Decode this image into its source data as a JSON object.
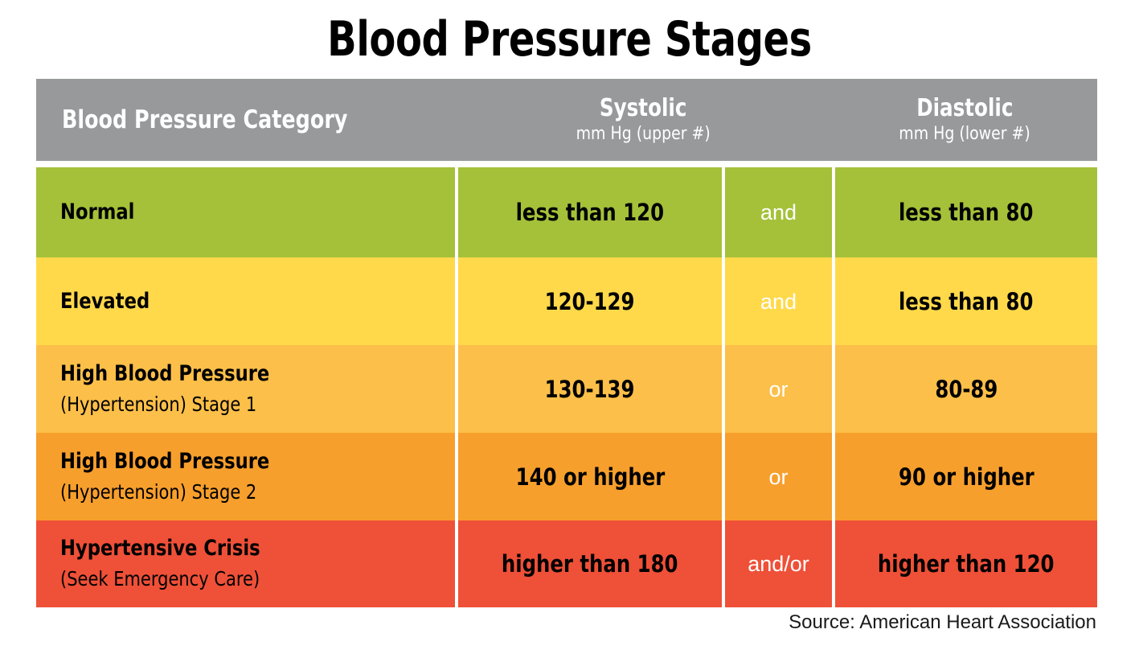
{
  "title": "Blood Pressure Stages",
  "colors": {
    "header_bg": "#97999b",
    "header_text": "#ffffff",
    "normal": "#a4c139",
    "elevated": "#ffd94a",
    "stage1": "#fcbf49",
    "stage2": "#f79f2c",
    "crisis": "#ef5038",
    "cell_text": "#000000",
    "connector_text": "#ffffff",
    "divider": "#ffffff"
  },
  "header": {
    "category": "Blood Pressure Category",
    "systolic_main": "Systolic",
    "systolic_sub": "mm Hg (upper #)",
    "diastolic_main": "Diastolic",
    "diastolic_sub": "mm Hg (lower #)"
  },
  "rows": [
    {
      "category_line1": "Normal",
      "category_line2": "",
      "systolic": "less than 120",
      "connector": "and",
      "diastolic": "less than 80",
      "color": "#a4c139"
    },
    {
      "category_line1": "Elevated",
      "category_line2": "",
      "systolic": "120-129",
      "connector": "and",
      "diastolic": "less than 80",
      "color": "#ffd94a"
    },
    {
      "category_line1": "High Blood Pressure",
      "category_line2": "(Hypertension) Stage 1",
      "systolic": "130-139",
      "connector": "or",
      "diastolic": "80-89",
      "color": "#fcbf49"
    },
    {
      "category_line1": "High Blood Pressure",
      "category_line2": "(Hypertension) Stage 2",
      "systolic": "140 or higher",
      "connector": "or",
      "diastolic": "90 or higher",
      "color": "#f79f2c"
    },
    {
      "category_line1": "Hypertensive Crisis",
      "category_line2": "(Seek Emergency Care)",
      "systolic": "higher than 180",
      "connector": "and/or",
      "diastolic": "higher than 120",
      "color": "#ef5038"
    }
  ],
  "source": "Source: American Heart Association"
}
